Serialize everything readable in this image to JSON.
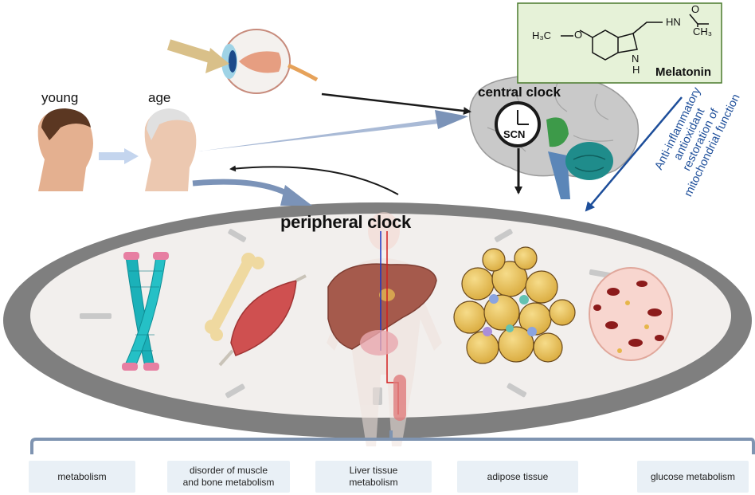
{
  "labels": {
    "young": "young",
    "age": "age",
    "central_clock": "central clock",
    "scn": "SCN",
    "peripheral_clock": "peripheral clock"
  },
  "melatonin": {
    "name": "Melatonin",
    "atoms": {
      "h3c_o": "H₃C",
      "o": "O",
      "hn": "HN",
      "o_carbonyl": "O",
      "ch3": "CH₃",
      "nh": "N",
      "h": "H"
    }
  },
  "benefits": [
    "Anti-inflammatory",
    "antioxidant",
    "restoration of",
    "mitochondrial function"
  ],
  "outcomes": [
    "metabolism",
    "disorder of muscle\nand bone metabolism",
    "Liver tissue\nmetabolism",
    "adipose tissue",
    "glucose metabolism"
  ],
  "colors": {
    "ellipse_ring": "#7f7f7f",
    "ellipse_fill": "#f2efed",
    "arrow_blue": "#7b93b8",
    "arrow_dark": "#1a1a1a",
    "benefit_text": "#1d4e9a",
    "melatonin_box": "#e6f2d8",
    "melatonin_border": "#4a7a2d",
    "bracket": "#7f94b1",
    "box_fill": "#e9f0f6"
  }
}
